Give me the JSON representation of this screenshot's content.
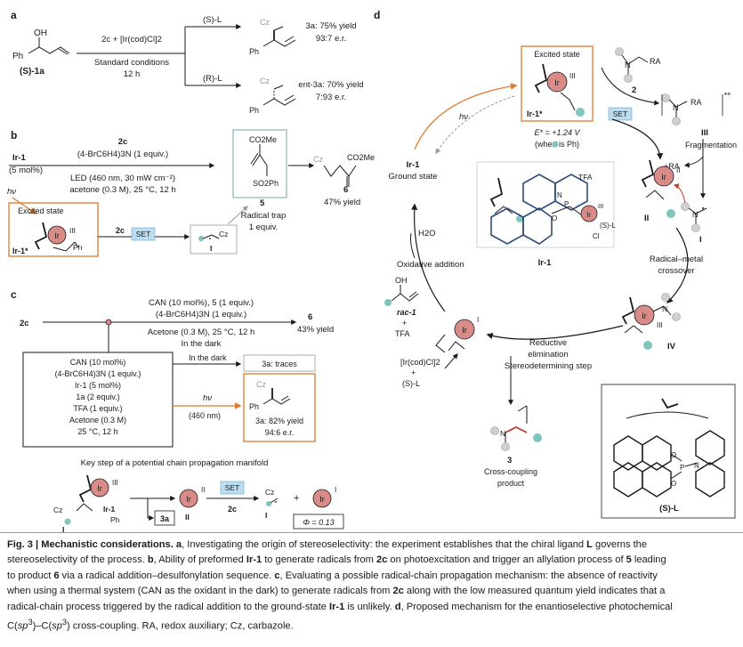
{
  "panels": {
    "a": {
      "label": "a",
      "substrate": "OH",
      "substrate_ph": "Ph",
      "substrate_name": "(S)-1a",
      "cond1": "2c + [Ir(cod)Cl]2",
      "cond2": "Standard conditions",
      "cond3": "12 h",
      "branch1_ligand": "(S)-L",
      "branch2_ligand": "(R)-L",
      "cz": "Cz",
      "ph": "Ph",
      "product1_yield": "3a: 75% yield",
      "product1_er": "93:7 e.r.",
      "product2_yield": "ent-3a: 70% yield",
      "product2_er": "7:93 e.r."
    },
    "b": {
      "label": "b",
      "ir1": "Ir-1",
      "ir1_loading": "(5 mol%)",
      "hv": "hν",
      "reagent": "2c",
      "additive": "(4-BrC6H4)3N (1 equiv.)",
      "led": "LED (460 nm, 30 mW cm⁻²)",
      "solvent": "acetone (0.3 M), 25 °C, 12 h",
      "excited_state": "Excited state",
      "ir": "Ir",
      "iii": "III",
      "ph": "Ph",
      "ir1_star": "Ir-1*",
      "set": "SET",
      "reagent2": "2c",
      "radical_cz": "Cz",
      "radical_label": "I",
      "trap_ester": "CO2Me",
      "trap_sulfone": "SO2Ph",
      "trap_num": "5",
      "trap_label": "Radical trap",
      "trap_equiv": "1 equiv.",
      "product_cz": "Cz",
      "product_ester": "CO2Me",
      "product_num": "6",
      "product_yield": "47% yield"
    },
    "c": {
      "label": "c",
      "reagent": "2c",
      "top1": "CAN (10 mol%), 5 (1 equiv.)",
      "top2": "(4-BrC6H4)3N (1 equiv.)",
      "top3": "Acetone (0.3 M), 25 °C, 12 h",
      "top4": "In the dark",
      "top_product": "6",
      "top_yield": "43% yield",
      "box_lines": [
        "CAN (10 mol%)",
        "(4-BrC6H4)3N (1 equiv.)",
        "Ir-1 (5 mol%)",
        "1a (2 equiv.)",
        "TFA (1 equiv.)",
        "Acetone (0.3 M)",
        "25 °C, 12 h"
      ],
      "dark": "In the dark",
      "dark_result": "3a: traces",
      "hv": "hν",
      "hv_nm": "(460 nm)",
      "light_cz": "Cz",
      "light_ph": "Ph",
      "light_yield": "3a: 82% yield",
      "light_er": "94:6 e.r.",
      "key_step": "Key step of a potential chain propagation manifold",
      "cz": "Cz",
      "i": "I",
      "ir1": "Ir-1",
      "ph": "Ph",
      "iii": "III",
      "product_3a": "3a",
      "ir2": "Ir",
      "ii": "II",
      "ii_label": "II",
      "set": "SET",
      "reagent2": "2c",
      "radical_cz": "Cz",
      "radical_label": "I",
      "plus": "+",
      "ir3": "Ir",
      "i_ox": "I",
      "phi": "Φ = 0.13"
    },
    "d": {
      "label": "d",
      "excited_state": "Excited state",
      "ir": "Ir",
      "iii": "III",
      "ir1_star": "Ir-1*",
      "potential": "E* = +1.24 V",
      "potential_note": "(when  is Ph)",
      "hv": "hν",
      "amine_ra": "RA",
      "amine_num": "2",
      "set": "SET",
      "radcat_ra": "RA",
      "radcat_charge": "•+",
      "radcat_num": "III",
      "fragmentation": "Fragmentation",
      "ra_plus": "+RA",
      "ir_ii": "II",
      "ii_label": "II",
      "i_label": "I",
      "crossover1": "Radical–metal",
      "crossover2": "crossover",
      "ir1": "Ir-1",
      "ground_state": "Ground state",
      "tfa": "TFA",
      "sl": "(S)-L",
      "cl": "Cl",
      "ir1_struct": "Ir-1",
      "h2o": "H2O",
      "oxidative": "Oxidative addition",
      "oh": "OH",
      "rac": "rac-1",
      "plus": "+",
      "tfa2": "TFA",
      "ir_i": "Ir",
      "ox_i": "I",
      "iv_label": "IV",
      "ir_iii": "III",
      "reductive1": "Reductive",
      "reductive2": "elimination",
      "stereo": "Stereodetermining step",
      "precursor": "[Ir(cod)Cl]2",
      "precursor_plus": "+",
      "precursor_l": "(S)-L",
      "product_num": "3",
      "product_label1": "Cross-coupling",
      "product_label2": "product",
      "ligand_label": "(S)-L",
      "o": "O",
      "p": "P",
      "n": "N"
    }
  },
  "caption": {
    "lines": [
      "<b>Fig. 3 | Mechanistic considerations. a</b>, Investigating the origin of stereoselectivity: the experiment establishes that the chiral ligand <b>L</b> governs the",
      "stereoselectivity of the process. <b>b</b>, Ability of preformed <b>Ir-1</b> to generate radicals from <b>2c</b> on photoexcitation and trigger an allylation process of <b>5</b> leading",
      "to product <b>6</b> via a radical addition–desulfonylation sequence. <b>c</b>, Evaluating a possible radical-chain propagation mechanism: the absence of reactivity",
      "when using a thermal system (CAN as the oxidant in the dark) to generate radicals from <b>2c</b> along with the low measured quantum yield indicates that a",
      "radical-chain process triggered by the radical addition to the ground-state <b>Ir-1</b> is unlikely. <b>d</b>, Proposed mechanism for the enantioselective photochemical",
      "C(<i>sp</i><sup>3</sup>)–C(<i>sp</i><sup>3</sup>) cross-coupling. RA, redox auxiliary; Cz, carbazole."
    ]
  },
  "colors": {
    "accent_orange": "#e07a2e",
    "ir_fill": "#d98b87",
    "ligand_cyan": "#7fc5be",
    "set_blue": "#bcdcf0",
    "box_teal": "#6fa9a3"
  }
}
